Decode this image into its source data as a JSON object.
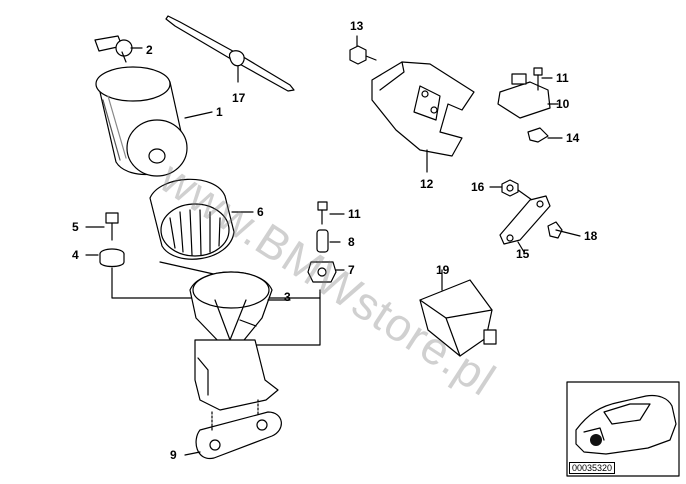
{
  "watermark": "www.BMWstore.pl",
  "diagram_id": "00035320",
  "callouts": [
    "1",
    "2",
    "3",
    "4",
    "5",
    "6",
    "7",
    "8",
    "9",
    "10",
    "11",
    "11",
    "12",
    "13",
    "14",
    "15",
    "16",
    "17",
    "18",
    "19"
  ],
  "colors": {
    "ink": "#000000",
    "fill": "#ffffff",
    "watermark": "#9a9a9a",
    "hub": "#111111"
  }
}
